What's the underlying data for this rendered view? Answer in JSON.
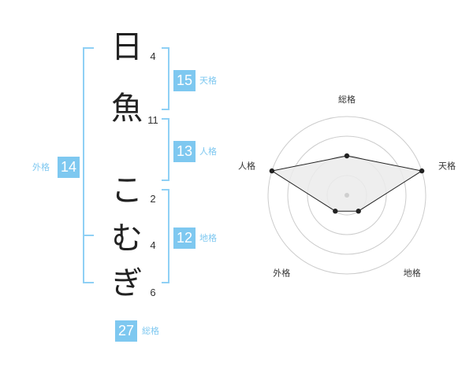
{
  "name_chars": [
    {
      "char": "日",
      "strokes": "4"
    },
    {
      "char": "魚",
      "strokes": "11"
    },
    {
      "char": "こ",
      "strokes": "2"
    },
    {
      "char": "む",
      "strokes": "4"
    },
    {
      "char": "ぎ",
      "strokes": "6"
    }
  ],
  "kaku": {
    "tenkaku": {
      "value": "15",
      "label": "天格"
    },
    "jinkaku": {
      "value": "13",
      "label": "人格"
    },
    "chikaku": {
      "value": "12",
      "label": "地格"
    },
    "gaikaku": {
      "value": "14",
      "label": "外格"
    },
    "soukaku": {
      "value": "27",
      "label": "総格"
    }
  },
  "colors": {
    "accent": "#7ec8f0",
    "bracket": "#8fd0f5",
    "radar_fill": "#e8e8e8",
    "grid": "#cccccc"
  },
  "chart_data": {
    "type": "radar",
    "axes": [
      "総格",
      "天格",
      "地格",
      "外格",
      "人格"
    ],
    "values": [
      2,
      4,
      1,
      1,
      4
    ],
    "max": 4,
    "rings": 4
  }
}
